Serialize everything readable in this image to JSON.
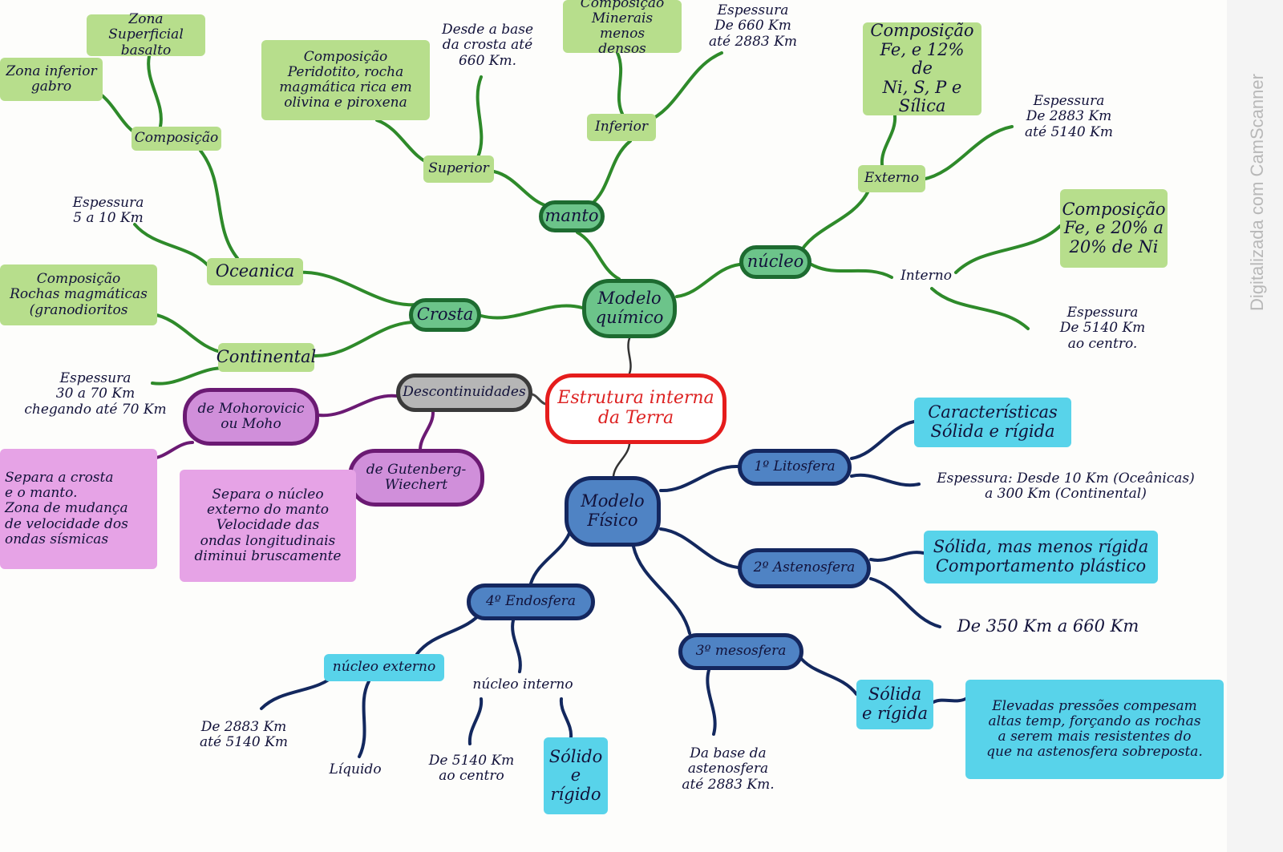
{
  "diagram": {
    "title": "Estrutura interna\nda Terra",
    "watermark": "Digitalizada com CamScanner",
    "colors": {
      "green_line": "#2e8a2a",
      "blue_line": "#13285e",
      "purple_line": "#6b1a73",
      "gray_line": "#444444",
      "center_border": "#e51c1c"
    },
    "nodes": {
      "root": "Estrutura interna\nda Terra",
      "quimico": "Modelo\nquímico",
      "crosta": "Crosta",
      "oceanica": "Oceanica",
      "oce_comp": "Composição",
      "zona_sup": "Zona Superficial\nbasalto",
      "zona_inf": "Zona inferior\ngabro",
      "oce_esp": "Espessura\n5 a 10 Km",
      "continental": "Continental",
      "cont_comp": "Composição\nRochas magmáticas\n(granodioritos",
      "cont_esp": "Espessura\n30 a 70 Km\nchegando até 70 Km",
      "manto": "manto",
      "superior": "Superior",
      "sup_comp": "Composição\nPeridotito, rocha\nmagmática rica em\nolivina e piroxena",
      "sup_esp": "Desde a base\nda crosta até\n660 Km.",
      "inferior": "Inferior",
      "inf_comp": "Composição\nMinerais menos\ndensos",
      "inf_esp": "Espessura\nDe 660 Km\naté 2883 Km",
      "nucleo": "núcleo",
      "externo": "Externo",
      "ext_comp": "Composição\nFe, e 12% de\nNi, S, P e\nSílica",
      "ext_esp": "Espessura\nDe 2883 Km\naté 5140 Km",
      "interno": "Interno",
      "int_comp": "Composição\nFe, e 20% a\n20% de Ni",
      "int_esp": "Espessura\nDe 5140 Km\nao centro.",
      "descont": "Descontinuidades",
      "moho": "de Mohorovicic\nou Moho",
      "moho_desc": "Separa a crosta\ne o manto.\nZona de mudança\nde velocidade dos\nondas sísmicas",
      "guten": "de Gutenberg-\nWiechert",
      "guten_desc": "Separa o núcleo\nexterno do manto\nVelocidade das\nondas longitudinais\ndiminui bruscamente",
      "fisico": "Modelo\nFísico",
      "litos": "1º Litosfera",
      "lit_car": "Características\nSólida e rígida",
      "lit_esp": "Espessura: Desde 10 Km (Oceânicas)\na 300 Km (Continental)",
      "asten": "2º Astenosfera",
      "ast_desc": "Sólida, mas menos rígida\nComportamento plástico",
      "ast_esp": "De 350 Km a 660 Km",
      "meso": "3º mesosfera",
      "meso_solida": "Sólida\ne rígida",
      "meso_desc": "Elevadas pressões compesam\naltas temp, forçando as rochas\na serem mais resistentes do\nque na astenosfera sobreposta.",
      "meso_esp": "Da base da\nastenosfera\naté 2883 Km.",
      "endo": "4º Endosfera",
      "nuc_ext": "núcleo externo",
      "ne_esp": "De 2883 Km\naté 5140 Km",
      "liquido": "Líquido",
      "nuc_int": "núcleo interno",
      "ni_esp": "De 5140 Km\nao centro",
      "ni_solido": "Sólido\ne\nrígido"
    }
  }
}
